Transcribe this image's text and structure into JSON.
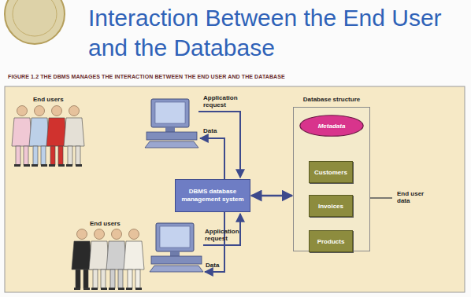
{
  "diagram": {
    "title": "Interaction Between the End User and the Database",
    "caption": "FIGURE 1.2 THE DBMS MANAGES THE INTERACTION BETWEEN THE END USER AND THE DATABASE",
    "nodes": [
      {
        "text": [
          "DBMS database management system"
        ]
      },
      {
        "text": [
          "Database structure"
        ]
      },
      {
        "text": [
          "Metadata"
        ],
        "in": 1
      },
      {
        "text": [
          "Customers"
        ],
        "in": 1
      },
      {
        "text": [
          "Invoices"
        ],
        "in": 1
      },
      {
        "text": [
          "Products"
        ],
        "in": 1
      }
    ],
    "edges": [
      {
        "from": 0,
        "to": 1,
        "arrow": "both"
      }
    ],
    "labels": [
      "End users",
      "Application request",
      "Data",
      "End users",
      "Application request",
      "Data",
      "End user data"
    ]
  }
}
